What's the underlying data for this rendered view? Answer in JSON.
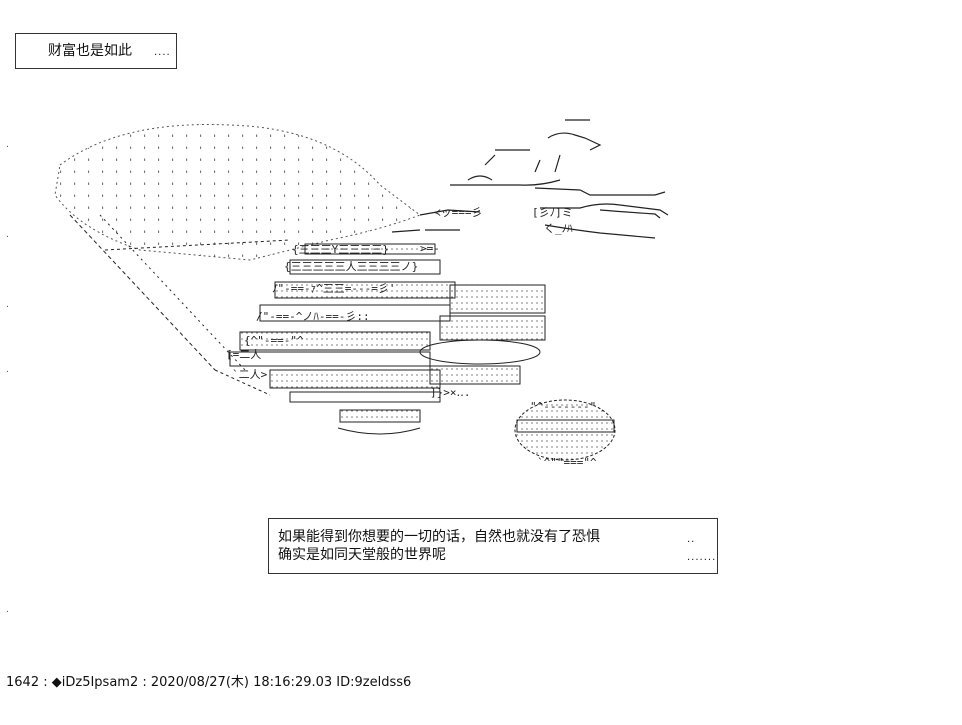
{
  "caption_top": {
    "text": "财富也是如此",
    "ellipsis": "...."
  },
  "caption_bottom": {
    "line1": "如果能得到你想要的一切的话，自然也就没有了恐惧",
    "line1_tail": "..",
    "line2": "确实是如同天堂般的世界呢",
    "line2_tail": "......."
  },
  "post": {
    "number": "1642",
    "separator": " : ",
    "name": "◆iDz5Ipsam2",
    "date_sep": " : ",
    "datetime": "2020/08/27(木) 18:16:29.03",
    "id": " ID:9zeldss6"
  },
  "illustration": {
    "icon": "ascii-art-treasure-hoard-icon"
  },
  "colors": {
    "ink": "#111111",
    "border": "#333333",
    "background": "#ffffff"
  }
}
